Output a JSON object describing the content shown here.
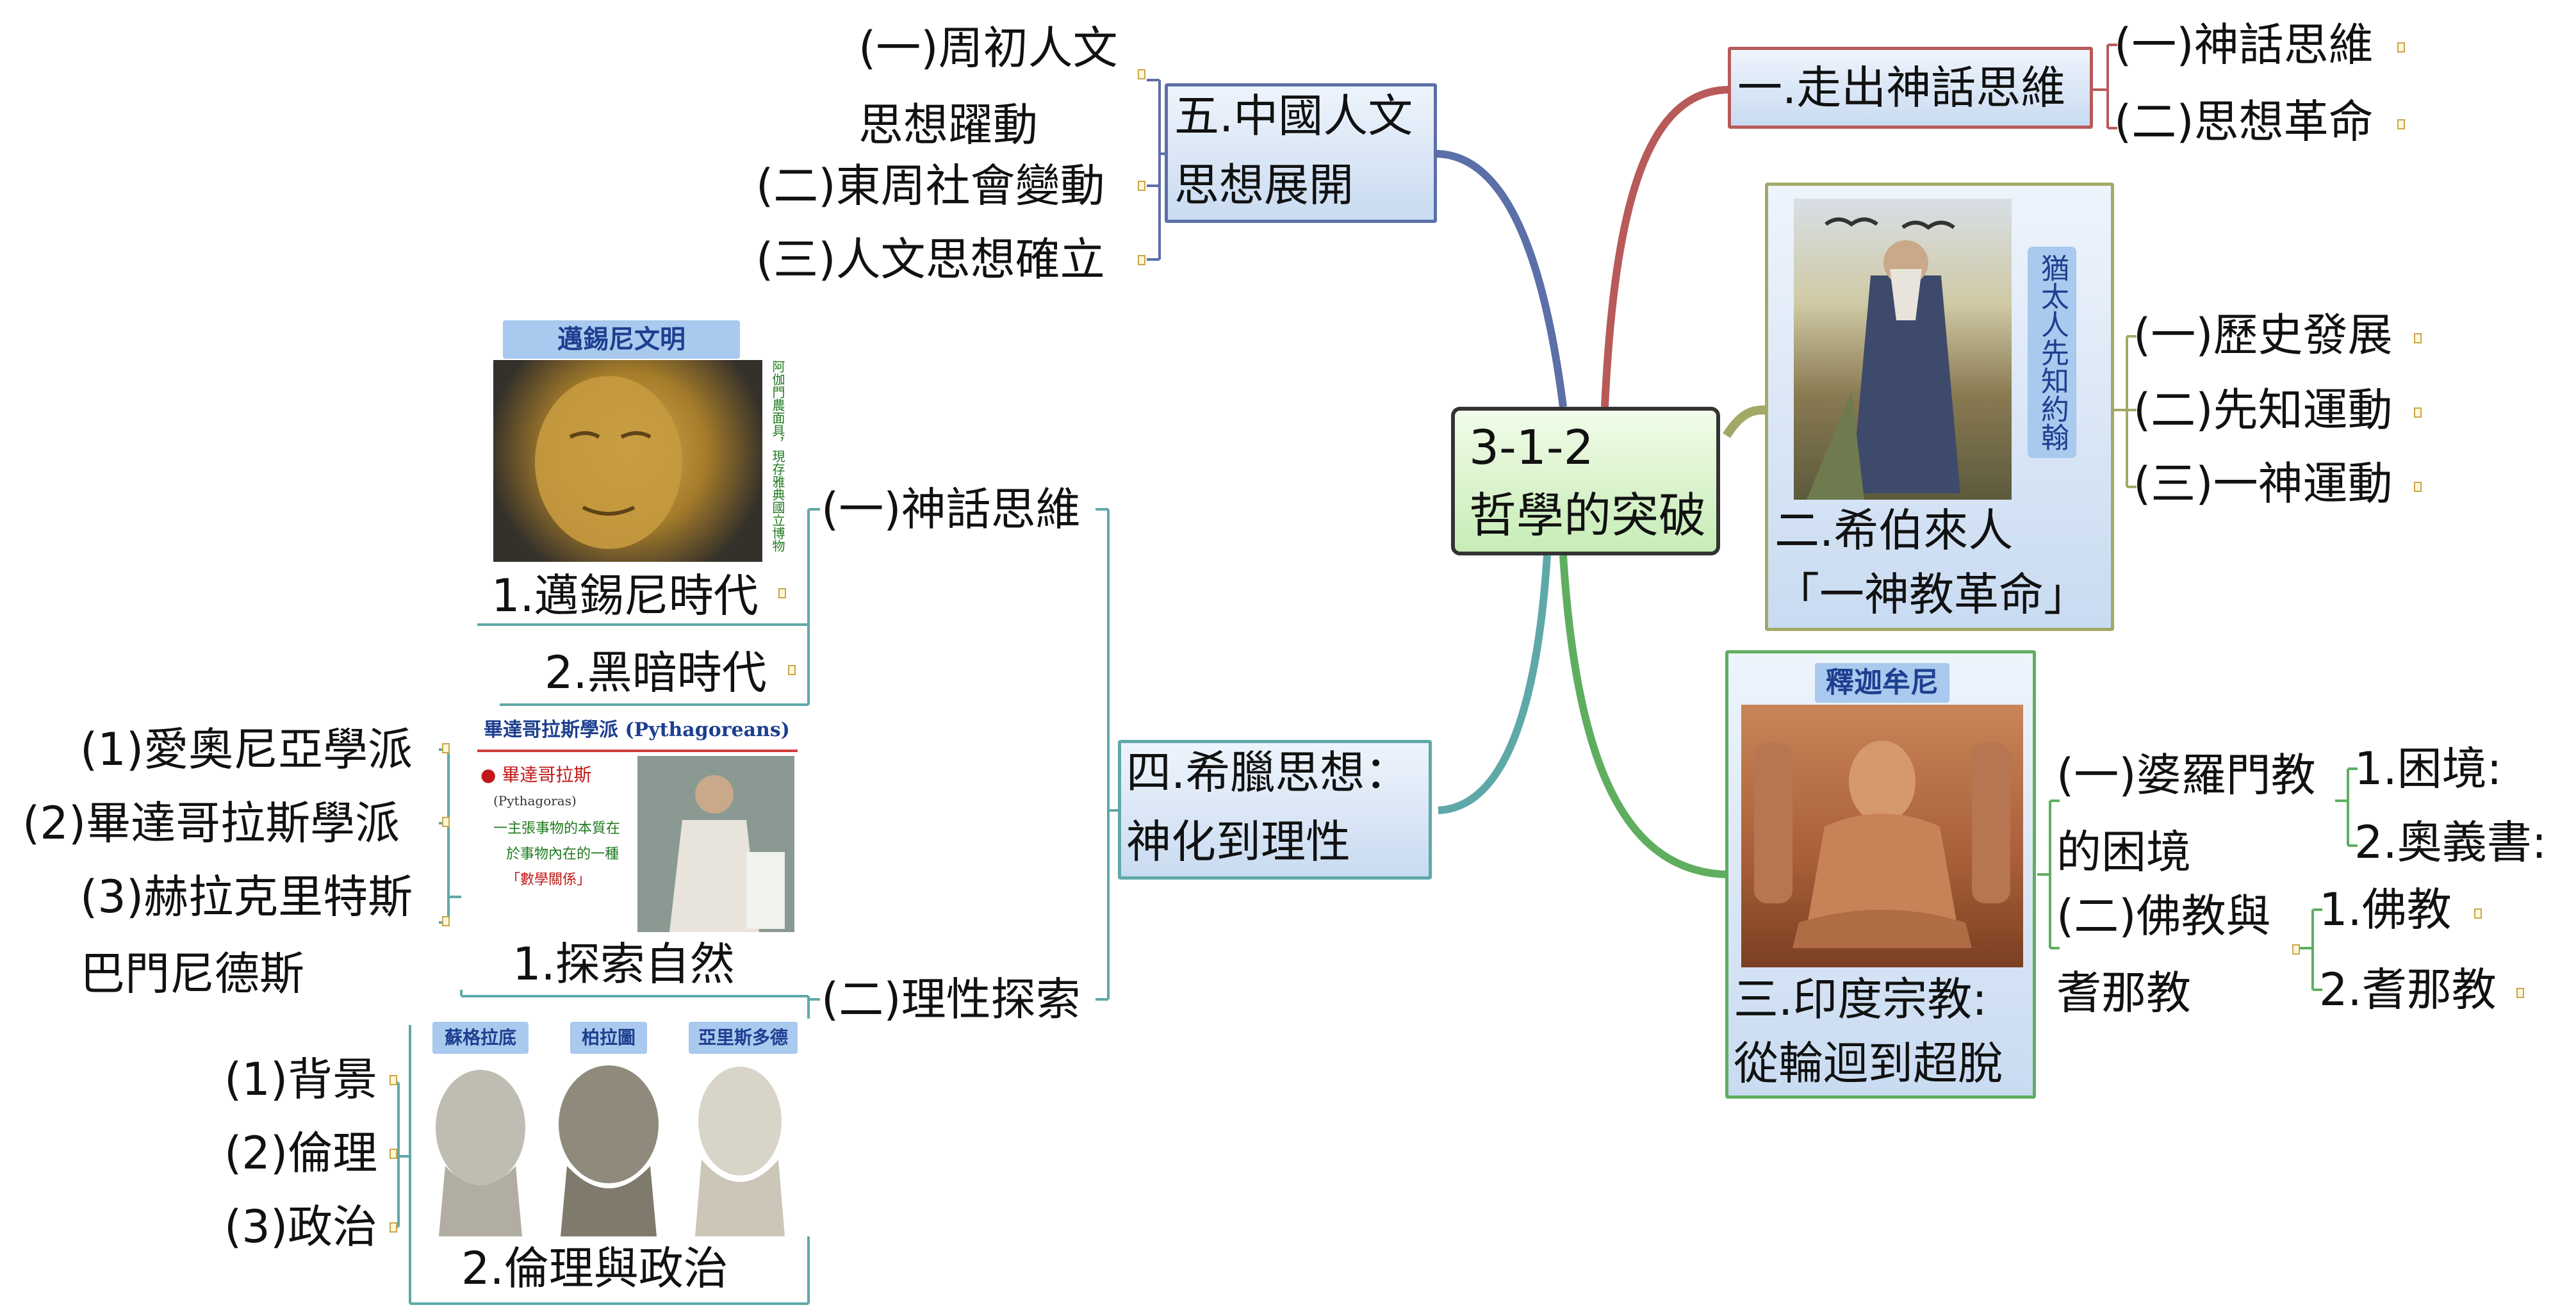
{
  "central": {
    "label": "3-1-2\n哲學的突破"
  },
  "branch1": {
    "label": "一.走出神話思維",
    "children": [
      "(一)神話思維",
      "(二)思想革命"
    ]
  },
  "branch2": {
    "label": "二.希伯來人\n「一神教革命」",
    "image_caption": "猶太人先知約翰",
    "children": [
      "(一)歷史發展",
      "(二)先知運動",
      "(三)一神運動"
    ]
  },
  "branch3": {
    "label": "三.印度宗教:\n從輪迴到超脫",
    "image_caption": "釋迦牟尼",
    "sub1": {
      "label": "(一)婆羅門教\n的困境",
      "children": [
        "1.困境:",
        "2.奧義書:"
      ]
    },
    "sub2": {
      "label": "(二)佛教與\n耆那教",
      "children": [
        "1.佛教",
        "2.耆那教"
      ]
    }
  },
  "branch4": {
    "label": "四.希臘思想：\n神化到理性",
    "sub1": {
      "label": "(一)神話思維",
      "children": [
        "1.邁錫尼時代",
        "2.黑暗時代"
      ],
      "image_title": "邁錫尼文明",
      "image_side_text": "阿伽門農面具，現存雅典國立博物館"
    },
    "sub2": {
      "label": "(二)理性探索",
      "nature": {
        "label": "1.探索自然",
        "children": [
          "(1)愛奧尼亞學派",
          "(2)畢達哥拉斯學派",
          "(3)赫拉克里特斯\n巴門尼德斯"
        ],
        "slide_title": "畢達哥拉斯學派 (Pythagoreans)",
        "slide_bullet": "畢達哥拉斯",
        "slide_sub": "(Pythagoras)",
        "slide_lines": [
          "一主張事物的本質在",
          "於事物內在的一種",
          "「數學關係」"
        ]
      },
      "ethics": {
        "label": "2.倫理與政治",
        "children": [
          "(1)背景",
          "(2)倫理",
          "(3)政治"
        ],
        "busts": [
          "蘇格拉底",
          "柏拉圖",
          "亞里斯多德"
        ]
      }
    }
  },
  "branch5": {
    "label": "五.中國人文\n思想展開",
    "children": [
      "(一)周初人文\n思想躍動",
      "(二)東周社會變動",
      "(三)人文思想確立"
    ]
  },
  "colors": {
    "branch1": "#b85a5a",
    "branch2": "#a3a866",
    "branch3": "#5fae5f",
    "branch4": "#5fa8a8",
    "branch5": "#5b6fa8"
  }
}
